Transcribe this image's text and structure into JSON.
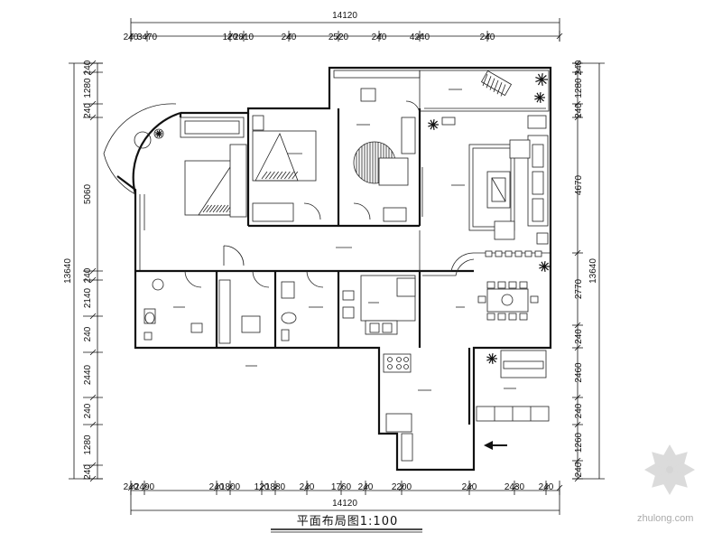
{
  "drawing": {
    "title": "平面布局图1:100",
    "watermark": "zhulong.com"
  },
  "dimensions": {
    "top_total": "14120",
    "top_segments": [
      "240",
      "3470",
      "120",
      "2810",
      "240",
      "2520",
      "240",
      "4240",
      "240"
    ],
    "bottom_total": "14120",
    "bottom_segments": [
      "240",
      "2490",
      "240",
      "1800",
      "120",
      "1880",
      "240",
      "1760",
      "240",
      "2200",
      "240",
      "2430",
      "240"
    ],
    "left_total": "13640",
    "left_segments": [
      "240",
      "1280",
      "240",
      "5060",
      "240",
      "2140",
      "240",
      "2440",
      "240",
      "1280",
      "240"
    ],
    "right_total": "13640",
    "right_segments": [
      "240",
      "1280",
      "240",
      "4670",
      "2770",
      "240",
      "2460",
      "240",
      "1260",
      "240"
    ]
  },
  "colors": {
    "line": "#111111",
    "watermark": "#aaaaaa"
  },
  "icons": [
    "entry-arrow-icon",
    "watermark-logo-icon"
  ]
}
